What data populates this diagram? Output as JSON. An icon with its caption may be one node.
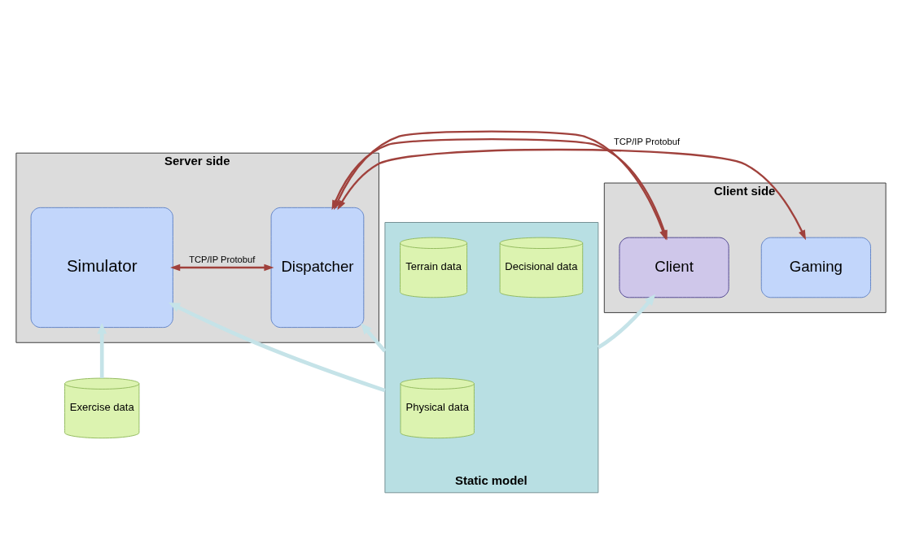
{
  "diagram": {
    "nodes": [
      {
        "text": [
          "Server side"
        ]
      },
      {
        "text": [
          "Simulator"
        ],
        "in": 0
      },
      {
        "text": [
          "Dispatcher"
        ],
        "in": 0
      },
      {
        "text": [
          "Client side"
        ]
      },
      {
        "text": [
          "Gaming"
        ],
        "in": 3
      },
      {
        "text": [
          "Client"
        ],
        "in": 3
      },
      {
        "text": [
          "Static model"
        ]
      },
      {
        "text": [
          "Physical data"
        ],
        "in": 6
      },
      {
        "text": [
          "Decisional data"
        ],
        "in": 6
      },
      {
        "text": [
          "Terrain data"
        ],
        "in": 6
      },
      {
        "text": [
          "Exercise data"
        ]
      }
    ],
    "edges": [
      {
        "from": 1,
        "to": 2,
        "arrow": "both",
        "label": "TCP/IP Protobuf",
        "color": "#a0413c"
      },
      {
        "from": 2,
        "to": 4,
        "arrow": "both",
        "label": "TCP/IP Protobuf",
        "color": "#a0413c"
      },
      {
        "from": 2,
        "to": 5,
        "arrow": "both",
        "color": "#a0413c"
      },
      {
        "from": 10,
        "to": 1,
        "arrow": "to"
      },
      {
        "from": 6,
        "to": 1,
        "arrow": "to"
      },
      {
        "from": 6,
        "to": 2,
        "arrow": "to"
      },
      {
        "from": 6,
        "to": 5,
        "arrow": "to"
      }
    ]
  }
}
